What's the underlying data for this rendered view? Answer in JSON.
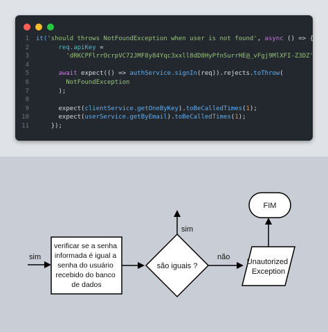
{
  "editor": {
    "dots": [
      "#ff5f57",
      "#febc2e",
      "#28c840"
    ],
    "lines": [
      {
        "n": "1",
        "indent": "",
        "parts": [
          {
            "t": "it(",
            "c": "fn"
          },
          {
            "t": "'should throws NotFoundException when user is not found'",
            "c": "str"
          },
          {
            "t": ", ",
            "c": ""
          },
          {
            "t": "async",
            "c": "purple"
          },
          {
            "t": " () => {",
            "c": ""
          }
        ]
      },
      {
        "n": "2",
        "indent": "      ",
        "parts": [
          {
            "t": "req.apiKey",
            "c": "var"
          },
          {
            "t": " =",
            "c": ""
          }
        ]
      },
      {
        "n": "3",
        "indent": "        ",
        "parts": [
          {
            "t": "'dRKCPFlrrOcrpVC72JMF8y84Yqc3xxll8dD8HyPfnSurrHE@_vFgj9MlXFI-Z3DZ'",
            "c": "str"
          },
          {
            "t": ";",
            "c": ""
          }
        ]
      },
      {
        "n": "4",
        "indent": "",
        "parts": []
      },
      {
        "n": "5",
        "indent": "      ",
        "parts": [
          {
            "t": "await",
            "c": "purple"
          },
          {
            "t": " expect(() => ",
            "c": ""
          },
          {
            "t": "authService.signIn",
            "c": "fn"
          },
          {
            "t": "(req)).rejects.",
            "c": ""
          },
          {
            "t": "toThrow",
            "c": "fn"
          },
          {
            "t": "(",
            "c": ""
          }
        ]
      },
      {
        "n": "6",
        "indent": "        ",
        "parts": [
          {
            "t": "NotFoundException",
            "c": "str"
          }
        ]
      },
      {
        "n": "7",
        "indent": "      ",
        "parts": [
          {
            "t": ");",
            "c": ""
          }
        ]
      },
      {
        "n": "8",
        "indent": "",
        "parts": []
      },
      {
        "n": "9",
        "indent": "      ",
        "parts": [
          {
            "t": "expect(",
            "c": ""
          },
          {
            "t": "clientService.getOneByKey",
            "c": "fn"
          },
          {
            "t": ").",
            "c": ""
          },
          {
            "t": "toBeCalledTimes",
            "c": "fn"
          },
          {
            "t": "(",
            "c": ""
          },
          {
            "t": "1",
            "c": "num"
          },
          {
            "t": ");",
            "c": ""
          }
        ]
      },
      {
        "n": "10",
        "indent": "      ",
        "parts": [
          {
            "t": "expect(",
            "c": ""
          },
          {
            "t": "userService.getByEmail",
            "c": "fn"
          },
          {
            "t": ").",
            "c": ""
          },
          {
            "t": "toBeCalledTimes",
            "c": "fn"
          },
          {
            "t": "(",
            "c": ""
          },
          {
            "t": "1",
            "c": "num"
          },
          {
            "t": ");",
            "c": ""
          }
        ]
      },
      {
        "n": "11",
        "indent": "    ",
        "parts": [
          {
            "t": "});",
            "c": ""
          }
        ]
      }
    ]
  },
  "diagram": {
    "label_sim_in": "sim",
    "process_lines": [
      "verificar se a senha",
      "informada é igual a",
      "senha do usuário",
      "recebido do banco",
      "de dados"
    ],
    "decision": "são iguais ?",
    "label_sim_up": "sim",
    "label_nao": "não",
    "exception_lines": [
      "Unautorized",
      "Exception"
    ],
    "end": "FIM"
  }
}
